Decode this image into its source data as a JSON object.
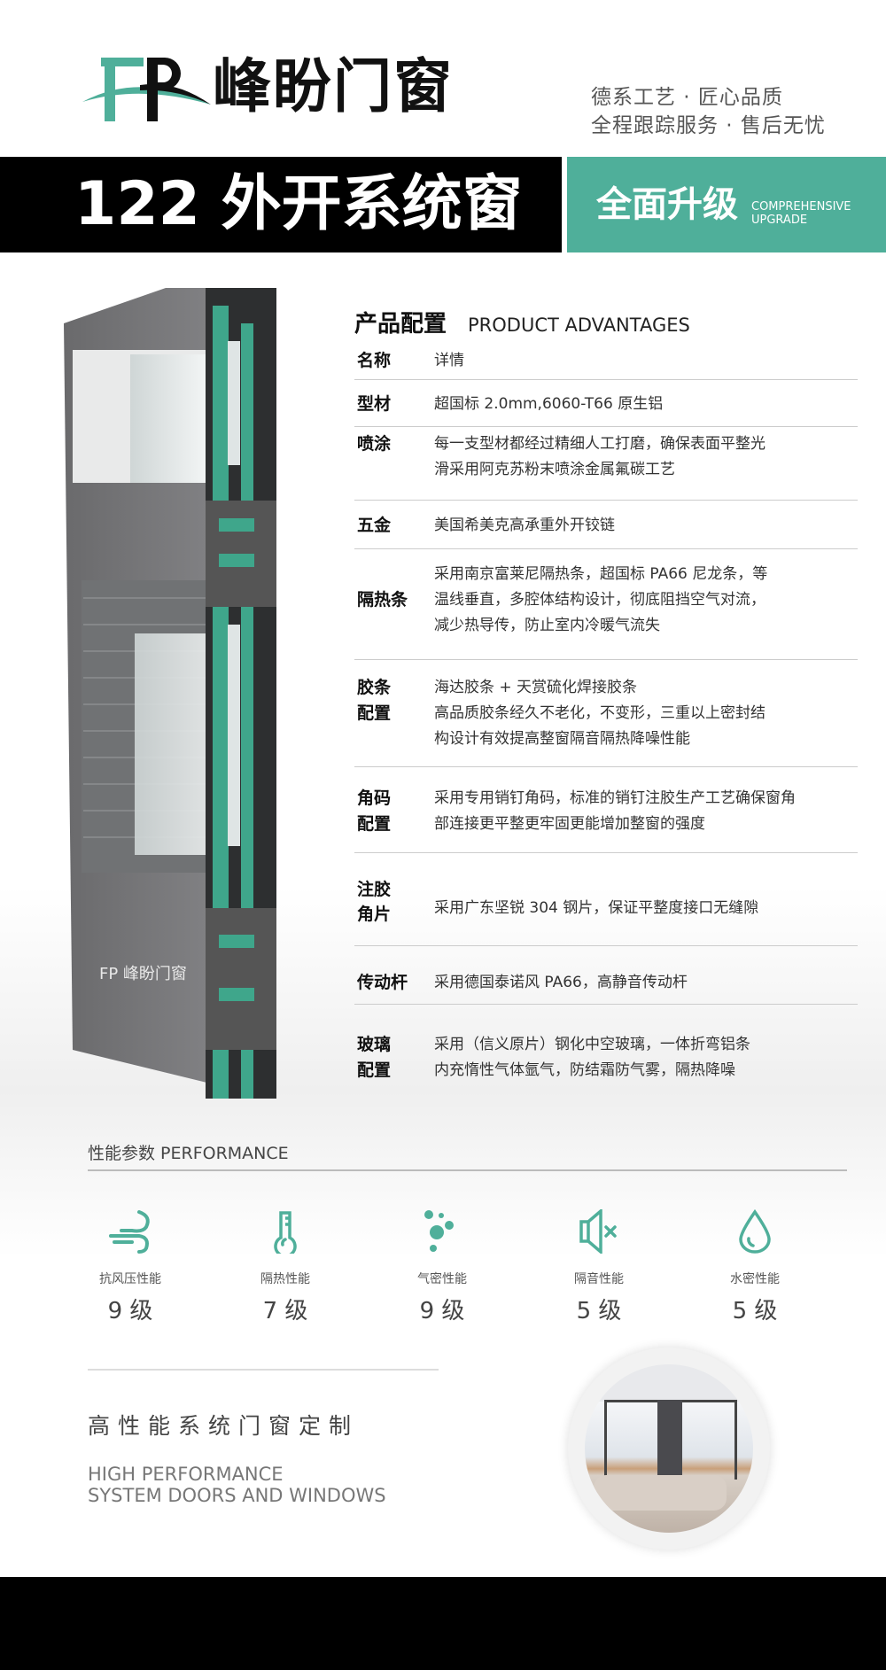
{
  "header": {
    "brand_logo_text": "FP",
    "brand_name": "峰盼门窗",
    "slogans": [
      "德系工艺 · 匠心品质",
      "全程跟踪服务 · 售后无忧"
    ]
  },
  "banner": {
    "title": "122 外开系统窗",
    "upgrade_label": "全面升级",
    "upgrade_en_1": "COMPREHENSIVE",
    "upgrade_en_2": "UPGRADE"
  },
  "illustration": {
    "watermark": "FP 峰盼门窗"
  },
  "advantages": {
    "title_cn": "产品配置",
    "title_en": "PRODUCT ADVANTAGES",
    "rows": [
      {
        "label": [
          "名称"
        ],
        "lines": [
          "详情"
        ]
      },
      {
        "label": [
          "型材"
        ],
        "lines": [
          "超国标 2.0mm,6060-T66 原生铝"
        ]
      },
      {
        "label": [
          "喷涂"
        ],
        "lines": [
          "每一支型材都经过精细人工打磨，确保表面平整光",
          "滑采用阿克苏粉末喷涂金属氟碳工艺"
        ]
      },
      {
        "label": [
          "五金"
        ],
        "lines": [
          "美国希美克高承重外开铰链"
        ]
      },
      {
        "label": [
          "隔热条"
        ],
        "lines": [
          "采用南京富莱尼隔热条，超国标 PA66 尼龙条，等",
          "温线垂直，多腔体结构设计，彻底阻挡空气对流，",
          "减少热导传，防止室内冷暖气流失"
        ]
      },
      {
        "label": [
          "胶条",
          "配置"
        ],
        "lines": [
          "海达胶条 + 天赏硫化焊接胶条",
          "高品质胶条经久不老化，不变形，三重以上密封结",
          "构设计有效提高整窗隔音隔热降噪性能"
        ]
      },
      {
        "label": [
          "角码",
          "配置"
        ],
        "lines": [
          "采用专用销钉角码，标准的销钉注胶生产工艺确保窗角",
          "部连接更平整更牢固更能增加整窗的强度"
        ]
      },
      {
        "label": [
          "注胶",
          "角片"
        ],
        "lines": [
          "采用广东坚锐 304 钢片，保证平整度接口无缝隙"
        ]
      },
      {
        "label": [
          "传动杆"
        ],
        "lines": [
          "采用德国泰诺风 PA66，高静音传动杆"
        ]
      },
      {
        "label": [
          "玻璃",
          "配置"
        ],
        "lines": [
          "采用（信义原片）钢化中空玻璃，一体折弯铝条",
          "内充惰性气体氩气，防结霜防气雾，隔热降噪"
        ]
      }
    ]
  },
  "performance": {
    "title": "性能参数 PERFORMANCE",
    "items": [
      {
        "icon": "wind-icon",
        "label": "抗风压性能",
        "value": "9 级"
      },
      {
        "icon": "thermometer-icon",
        "label": "隔热性能",
        "value": "7 级"
      },
      {
        "icon": "bubbles-icon",
        "label": "气密性能",
        "value": "9 级"
      },
      {
        "icon": "mute-speaker-icon",
        "label": "隔音性能",
        "value": "5 级"
      },
      {
        "icon": "water-drop-icon",
        "label": "水密性能",
        "value": "5 级"
      }
    ]
  },
  "bottom": {
    "title_cn": "高性能系统门窗定制",
    "title_en_1": "HIGH PERFORMANCE",
    "title_en_2": "SYSTEM DOORS AND WINDOWS"
  },
  "colors": {
    "teal": "#4faf9a",
    "black": "#000000"
  }
}
